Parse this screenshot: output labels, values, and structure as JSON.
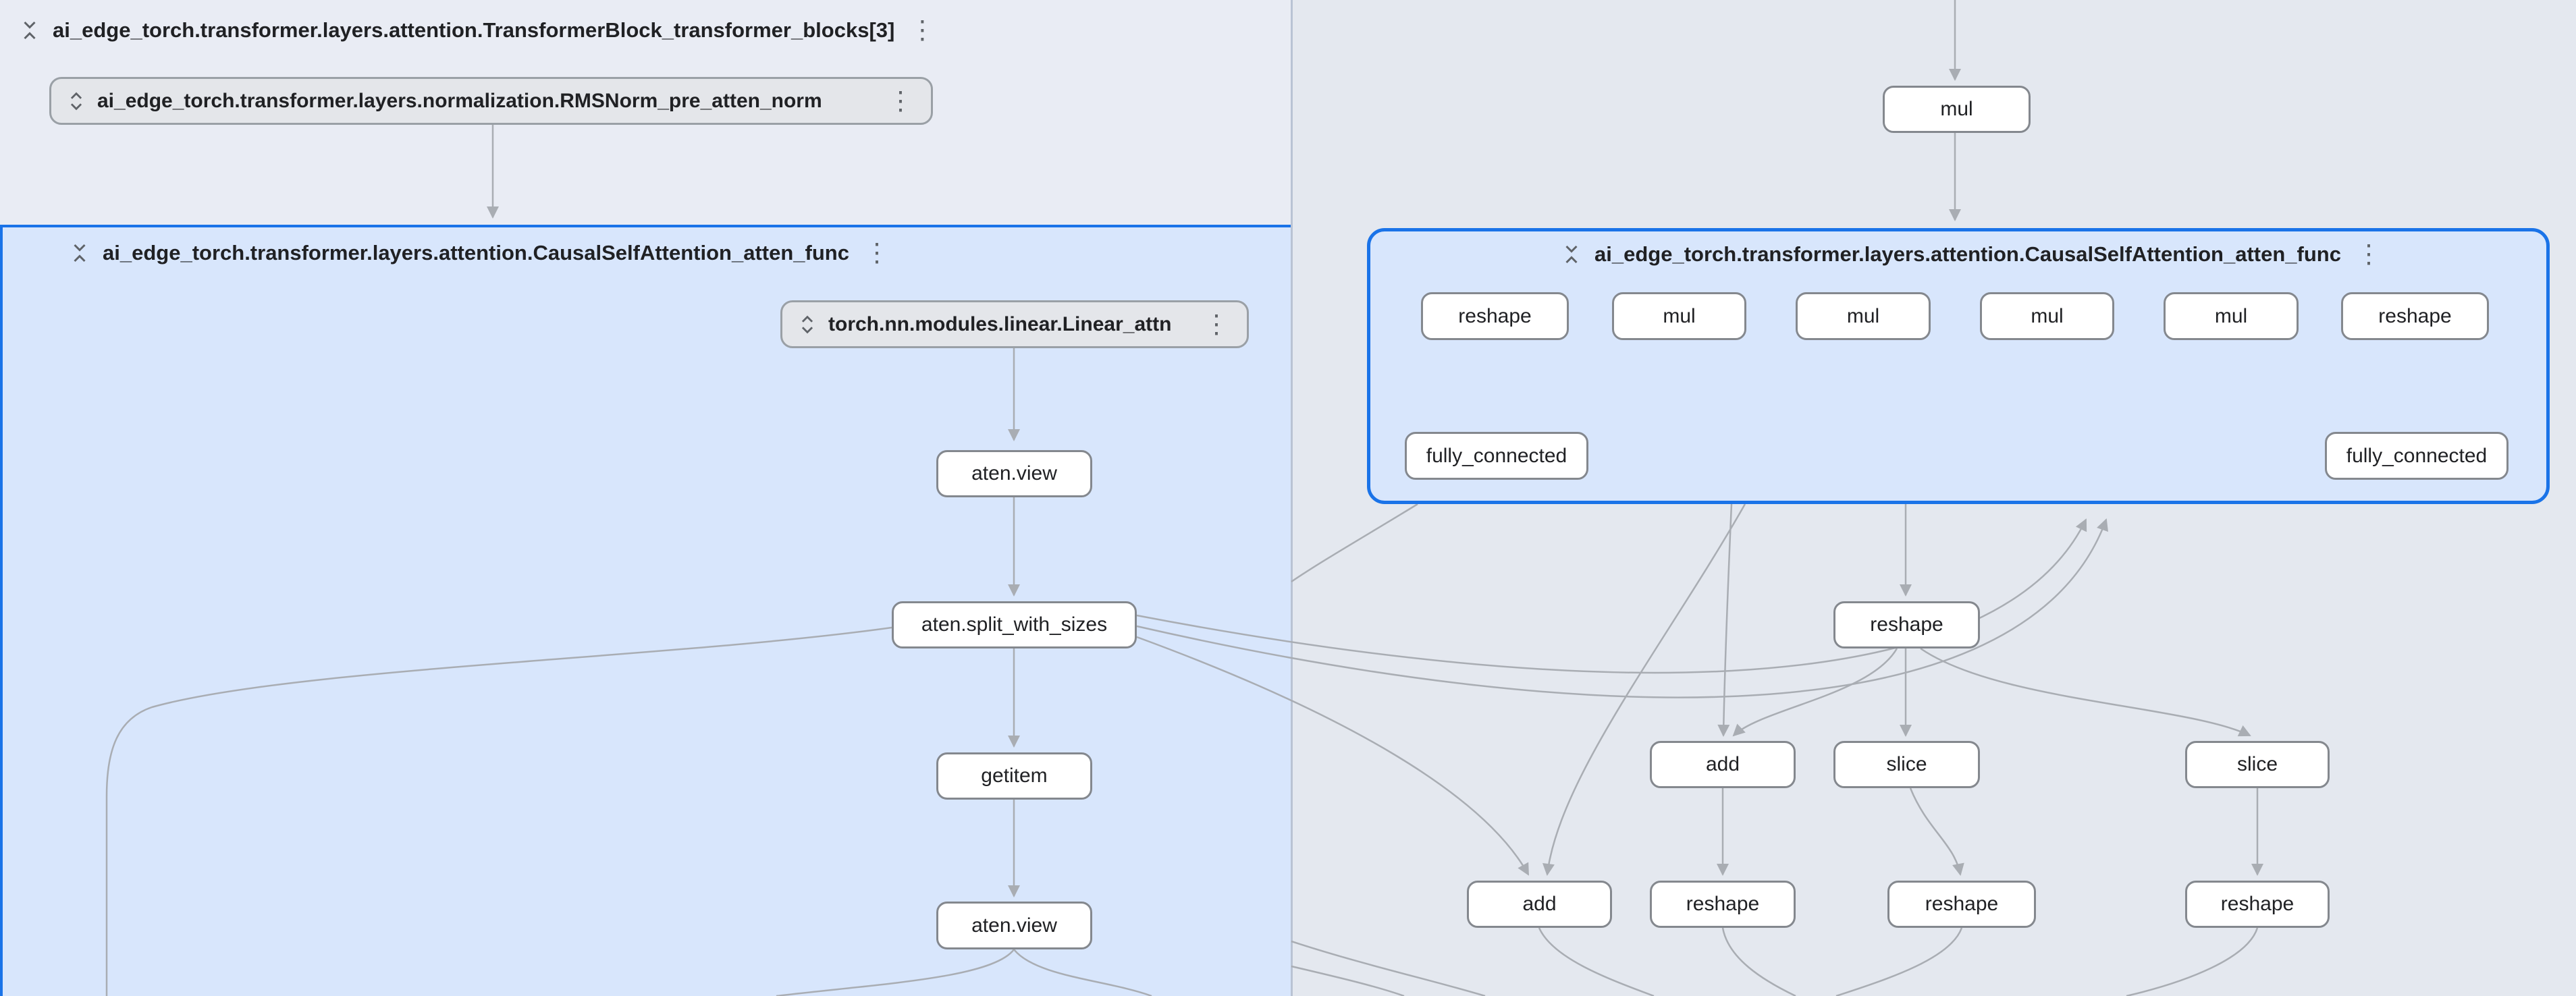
{
  "left_panel": {
    "transformer_block_header": {
      "title": "ai_edge_torch.transformer.layers.attention.TransformerBlock_transformer_blocks[3]"
    },
    "rmsnorm_node": {
      "label": "ai_edge_torch.transformer.layers.normalization.RMSNorm_pre_atten_norm"
    },
    "attention_group_header": {
      "title": "ai_edge_torch.transformer.layers.attention.CausalSelfAttention_atten_func"
    },
    "linear_node": {
      "label": "torch.nn.modules.linear.Linear_attn"
    },
    "op_nodes": [
      {
        "label": "aten.view"
      },
      {
        "label": "aten.split_with_sizes"
      },
      {
        "label": "getitem"
      },
      {
        "label": "aten.view"
      }
    ]
  },
  "right_panel": {
    "mul_node": {
      "label": "mul"
    },
    "attention_group": {
      "title": "ai_edge_torch.transformer.layers.attention.CausalSelfAttention_atten_func",
      "row1": [
        {
          "label": "reshape"
        },
        {
          "label": "mul"
        },
        {
          "label": "mul"
        },
        {
          "label": "mul"
        },
        {
          "label": "mul"
        },
        {
          "label": "reshape"
        }
      ],
      "row2": [
        {
          "label": "fully_connected"
        },
        {
          "label": "fully_connected"
        }
      ]
    },
    "op_nodes": [
      {
        "label": "reshape"
      },
      {
        "label": "add"
      },
      {
        "label": "slice"
      },
      {
        "label": "slice"
      },
      {
        "label": "add"
      },
      {
        "label": "reshape"
      },
      {
        "label": "reshape"
      },
      {
        "label": "reshape"
      }
    ]
  },
  "icons": {
    "kebab": "⋮"
  },
  "colors": {
    "accent_blue": "#1a73e8",
    "group_fill": "#d8e6fc",
    "right_bg": "#e4e8ef",
    "edge": "#a9adb3",
    "node_border": "#84888e"
  }
}
